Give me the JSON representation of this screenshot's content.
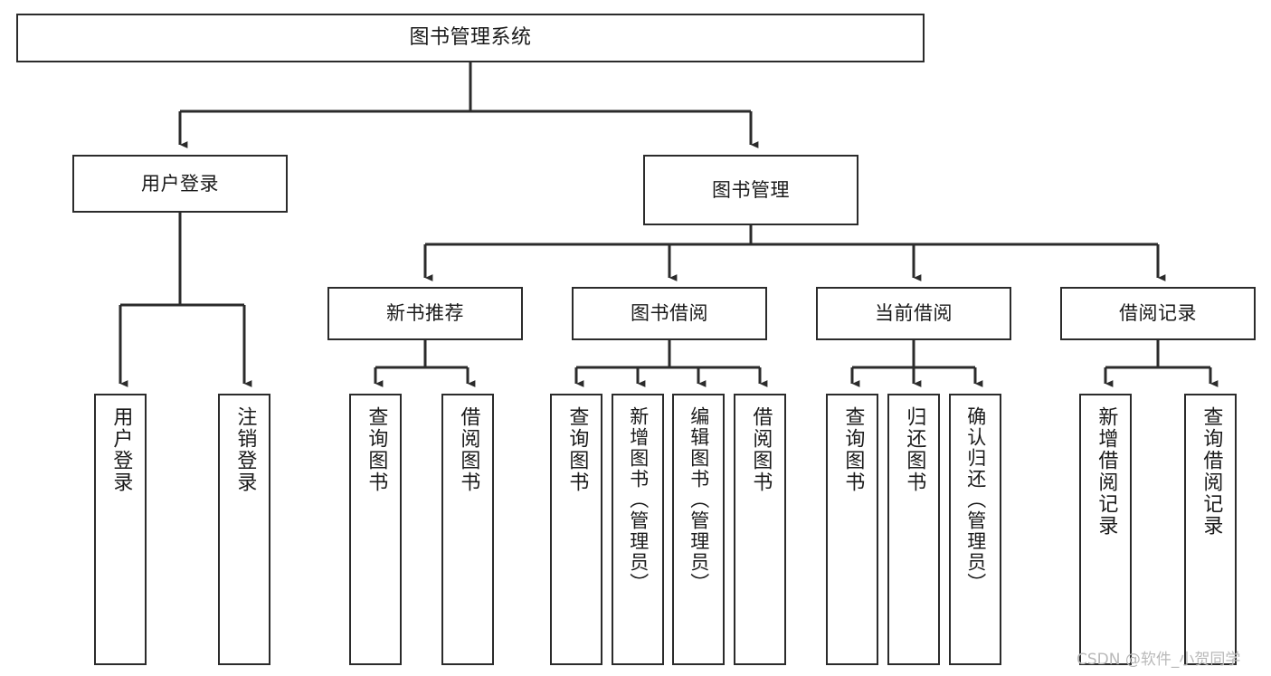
{
  "diagram": {
    "type": "tree-hierarchy-chart",
    "title": "图书管理系统",
    "colors": {
      "box_border": "#2b2b2b",
      "box_fill": "#ffffff",
      "connector": "#2b2b2b",
      "text": "#1a1a1a",
      "watermark": "#b9b9b9",
      "background": "#ffffff"
    },
    "root": {
      "label": "图书管理系统",
      "orientation": "horizontal"
    },
    "level1": [
      {
        "label": "用户登录",
        "orientation": "horizontal"
      },
      {
        "label": "图书管理",
        "orientation": "horizontal"
      }
    ],
    "level2": [
      {
        "label": "新书推荐",
        "orientation": "horizontal",
        "parent": "图书管理"
      },
      {
        "label": "图书借阅",
        "orientation": "horizontal",
        "parent": "图书管理"
      },
      {
        "label": "当前借阅",
        "orientation": "horizontal",
        "parent": "图书管理"
      },
      {
        "label": "借阅记录",
        "orientation": "horizontal",
        "parent": "图书管理"
      }
    ],
    "leaves": [
      {
        "label": "用户登录",
        "orientation": "vertical",
        "parent": "用户登录"
      },
      {
        "label": "注销登录",
        "orientation": "vertical",
        "parent": "用户登录"
      },
      {
        "label": "查询图书",
        "orientation": "vertical",
        "parent": "新书推荐"
      },
      {
        "label": "借阅图书",
        "orientation": "vertical",
        "parent": "新书推荐"
      },
      {
        "label": "查询图书",
        "orientation": "vertical",
        "parent": "图书借阅"
      },
      {
        "label": "新增图书（管理员）",
        "orientation": "vertical",
        "parent": "图书借阅"
      },
      {
        "label": "编辑图书（管理员）",
        "orientation": "vertical",
        "parent": "图书借阅"
      },
      {
        "label": "借阅图书",
        "orientation": "vertical",
        "parent": "图书借阅"
      },
      {
        "label": "查询图书",
        "orientation": "vertical",
        "parent": "当前借阅"
      },
      {
        "label": "归还图书",
        "orientation": "vertical",
        "parent": "当前借阅"
      },
      {
        "label": "确认归还（管理员）",
        "orientation": "vertical",
        "parent": "当前借阅"
      },
      {
        "label": "新增借阅记录",
        "orientation": "vertical",
        "parent": "借阅记录"
      },
      {
        "label": "查询借阅记录",
        "orientation": "vertical",
        "parent": "借阅记录"
      }
    ]
  },
  "watermark": {
    "text": "CSDN @软件_小贺同学"
  }
}
